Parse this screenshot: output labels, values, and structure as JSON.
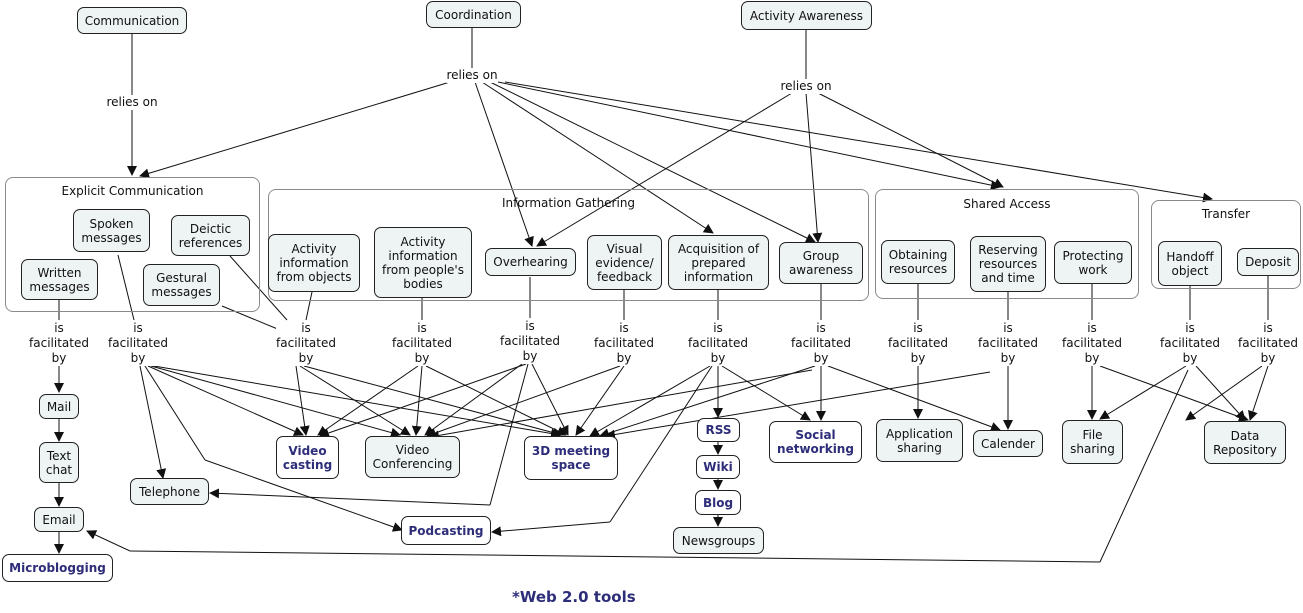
{
  "nodes": {
    "communication": "Communication",
    "coordination": "Coordination",
    "activity_awareness": "Activity Awareness",
    "spoken_messages": "Spoken messages",
    "deictic_references": "Deictic references",
    "written_messages": "Written messages",
    "gestural_messages": "Gestural messages",
    "activity_info_objects": "Activity information from objects",
    "activity_info_bodies": "Activity information from people's bodies",
    "overhearing": "Overhearing",
    "visual_evidence": "Visual evidence/ feedback",
    "acquisition": "Acquisition of prepared information",
    "group_awareness": "Group awareness",
    "obtaining_resources": "Obtaining resources",
    "reserving_resources": "Reserving resources and time",
    "protecting_work": "Protecting work",
    "handoff_object": "Handoff object",
    "deposit": "Deposit",
    "mail": "Mail",
    "text_chat": "Text chat",
    "email": "Email",
    "microblogging": "Microblogging",
    "telephone": "Telephone",
    "video_casting": "Video casting",
    "video_conferencing": "Video Conferencing",
    "meeting_space": "3D meeting space",
    "podcasting": "Podcasting",
    "rss": "RSS",
    "wiki": "Wiki",
    "blog": "Blog",
    "newsgroups": "Newsgroups",
    "social_networking": "Social networking",
    "application_sharing": "Application sharing",
    "calender": "Calender",
    "file_sharing": "File sharing",
    "data_repository": "Data Repository"
  },
  "groups": {
    "explicit_communication": "Explicit Communication",
    "information_gathering": "Information Gathering",
    "shared_access": "Shared Access",
    "transfer": "Transfer"
  },
  "link_labels": {
    "relies_on": "relies on",
    "is_facilitated_by": "is\nfacilitated\nby"
  },
  "footnote": "*Web 2.0 tools"
}
